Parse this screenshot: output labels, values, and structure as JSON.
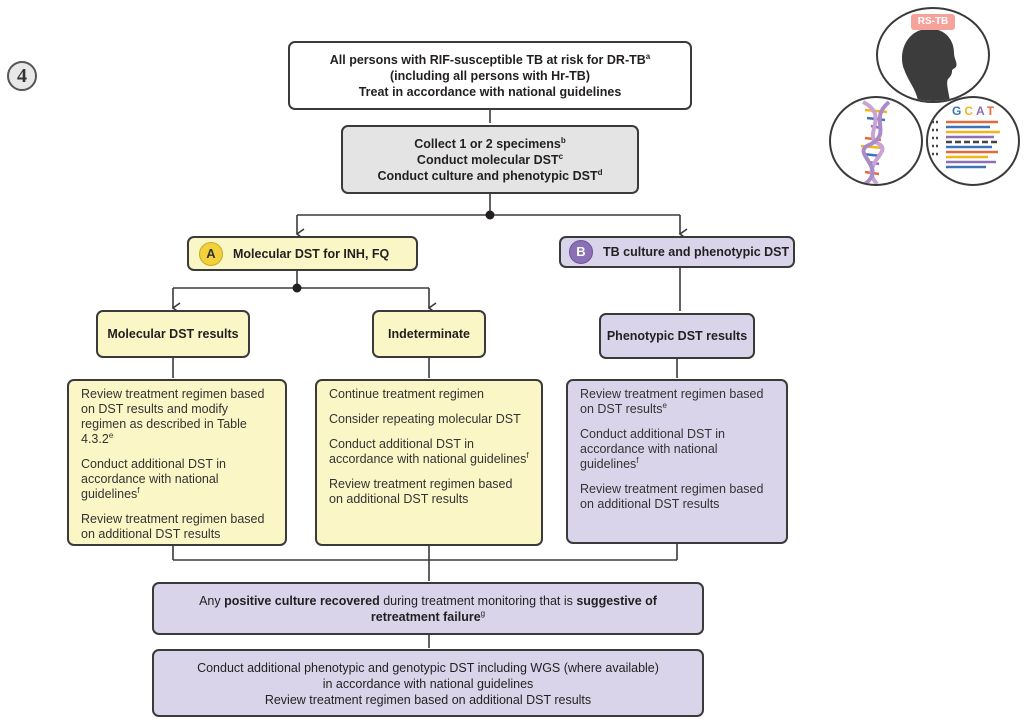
{
  "step_number": "4",
  "top_box": {
    "line1": "All persons with RIF-susceptible TB at risk for DR-TB",
    "line1_sup": "a",
    "line2": "(including all persons with Hr-TB)",
    "line3": "Treat in accordance with national guidelines"
  },
  "collect_box": {
    "line1": "Collect 1 or 2 specimens",
    "line1_sup": "b",
    "line2": "Conduct molecular DST",
    "line2_sup": "c",
    "line3": "Conduct culture and phenotypic DST",
    "line3_sup": "d"
  },
  "branch_a": {
    "badge": "A",
    "label": "Molecular DST for INH, FQ"
  },
  "branch_b": {
    "badge": "B",
    "label": "TB culture and phenotypic DST"
  },
  "molecular_results": {
    "label": "Molecular DST results",
    "items": [
      {
        "text": "Review treatment regimen based on DST results and modify regimen as described in Table 4.3.2",
        "sup": "e"
      },
      {
        "text": "Conduct additional DST in accordance with national guidelines",
        "sup": "f"
      },
      {
        "text": "Review treatment regimen based on additional DST results",
        "sup": ""
      }
    ]
  },
  "indeterminate": {
    "label": "Indeterminate",
    "items": [
      {
        "text": "Continue treatment regimen",
        "sup": ""
      },
      {
        "text": "Consider repeating molecular DST",
        "sup": ""
      },
      {
        "text": "Conduct additional DST in accordance with national guidelines",
        "sup": "f"
      },
      {
        "text": "Review treatment regimen based on additional DST results",
        "sup": ""
      }
    ]
  },
  "phenotypic_results": {
    "label": "Phenotypic DST results",
    "items": [
      {
        "text": "Review treatment regimen based on DST results",
        "sup": "e"
      },
      {
        "text": "Conduct additional DST in accordance with national guidelines",
        "sup": "f"
      },
      {
        "text": "Review treatment regimen based on additional DST results",
        "sup": ""
      }
    ]
  },
  "monitoring_box": {
    "pre": "Any ",
    "bold1": "positive culture recovered",
    "mid": " during treatment monitoring that is ",
    "bold2": "suggestive of retreatment failure",
    "sup": "g"
  },
  "final_box": {
    "line1": "Conduct additional phenotypic and genotypic DST including WGS (where available)",
    "line2": "in accordance with national guidelines",
    "line3": "Review treatment regimen based on additional DST results"
  },
  "icons": {
    "rs_tb_label": "RS-TB",
    "gcat": [
      "G",
      "C",
      "A",
      "T"
    ],
    "colors": {
      "rs_tb_banner": "#f4a29a",
      "person_silhouette": "#3c3c3c",
      "g": "#3f73b8",
      "c": "#f2b51b",
      "a": "#8b70b5",
      "t": "#e46a3a"
    }
  },
  "colors": {
    "yellow_fill": "#fbf6c6",
    "purple_fill": "#d9d4ea",
    "grey_fill": "#e4e4e4",
    "border": "#3a3a3a"
  }
}
